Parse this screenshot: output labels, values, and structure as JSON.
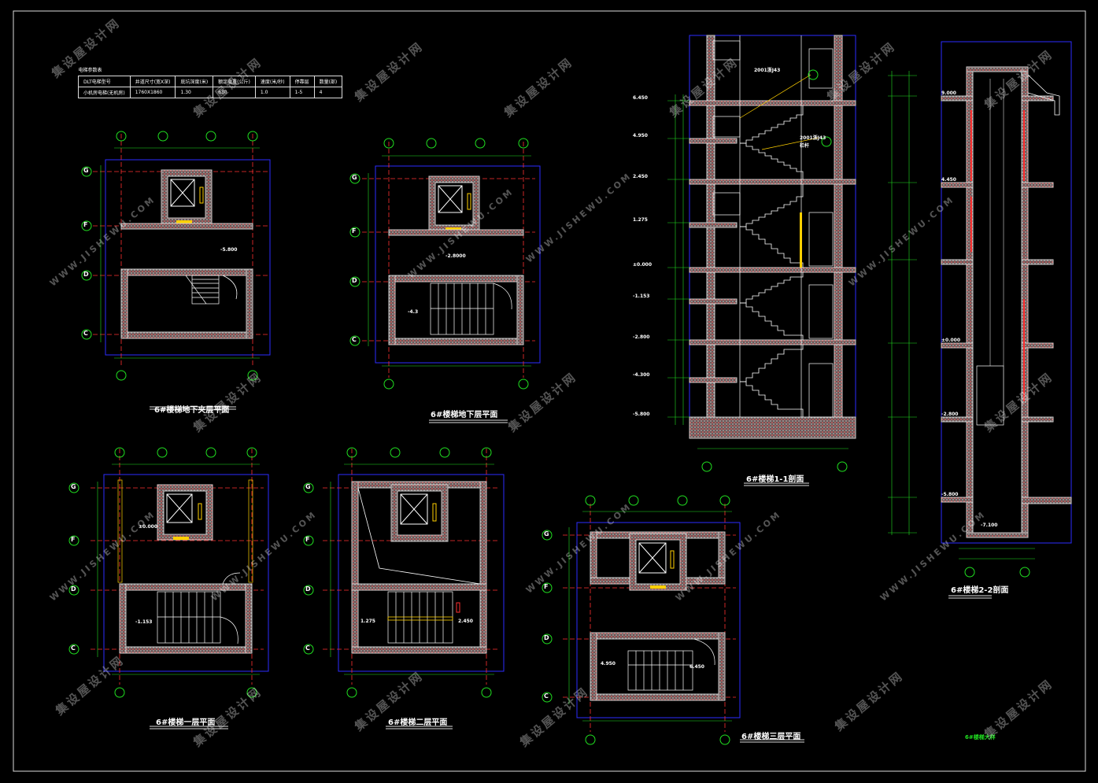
{
  "table": {
    "caption": "电梯参数表",
    "header": [
      "DLT电梯型号",
      "井道尺寸(宽X深)",
      "底坑深度(米)",
      "额定载重(公斤)",
      "速度(米/秒)",
      "停靠层",
      "数量(部)"
    ],
    "row": [
      "小机房电梯(无机房)",
      "1760X1860",
      "1.30",
      "630",
      "1.0",
      "1-5",
      "4"
    ]
  },
  "titles": {
    "basement_mezz": "6#楼梯地下夹层平面",
    "basement": "6#楼梯地下层平面",
    "first": "6#楼梯一层平面",
    "second": "6#楼梯二层平面",
    "third": "6#楼梯三层平面",
    "section_1": "6#楼梯1-1剖面",
    "section_2": "6#楼梯2-2剖面",
    "sheet": "6#楼梯大样"
  },
  "axes": [
    "G",
    "F",
    "D",
    "C"
  ],
  "levels": {
    "section1": [
      "6.450",
      "4.950",
      "2.450",
      "1.275",
      "±0.000",
      "-1.153",
      "-2.800",
      "-4.300",
      "-5.800"
    ],
    "section2": [
      "9.000",
      "4.450",
      "±0.000",
      "-2.800",
      "-5.800",
      "-7.100"
    ]
  },
  "notes": {
    "ref1": "2001浙J43",
    "ref2": "2001浙J43",
    "railing": "栏杆",
    "lvl_mezz": "-5.800",
    "lvl_base": "-2.8000",
    "lvl_first": "±0.000",
    "lvl_1275": "1.275",
    "lvl_2450": "2.450",
    "lvl_4950": "4.950",
    "lvl_6450": "6.450",
    "lvl_neg4300": "-4.3",
    "lvl_neg1153": "-1.153"
  },
  "watermark": {
    "cn": "集设屋设计网",
    "en": "WWW.JISHEWU.COM"
  }
}
